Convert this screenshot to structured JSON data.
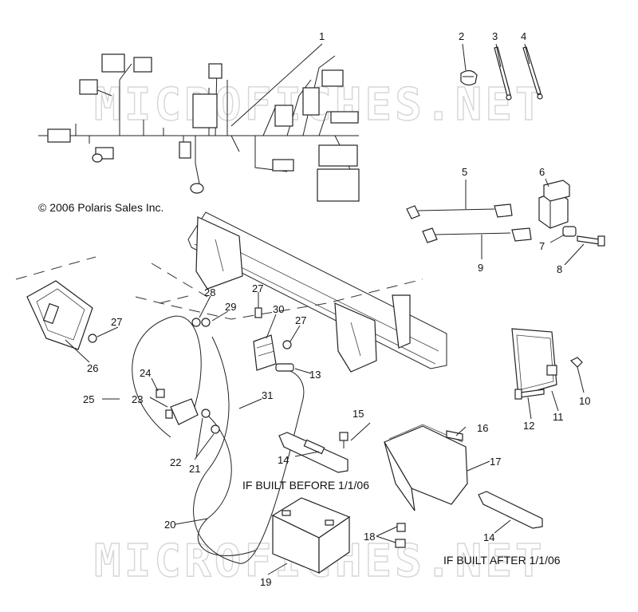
{
  "copyright": "© 2006 Polaris Sales Inc.",
  "watermark": "MICROFICHES.NET",
  "notes": {
    "before": "IF BUILT BEFORE 1/1/06",
    "after": "IF BUILT AFTER 1/1/06"
  },
  "callouts": [
    "1",
    "2",
    "3",
    "4",
    "5",
    "6",
    "7",
    "8",
    "9",
    "10",
    "11",
    "12",
    "13",
    "14",
    "15",
    "16",
    "17",
    "14",
    "18",
    "19",
    "20",
    "21",
    "22",
    "23",
    "24",
    "25",
    "26",
    "27",
    "27",
    "27",
    "28",
    "29",
    "30",
    "31"
  ]
}
